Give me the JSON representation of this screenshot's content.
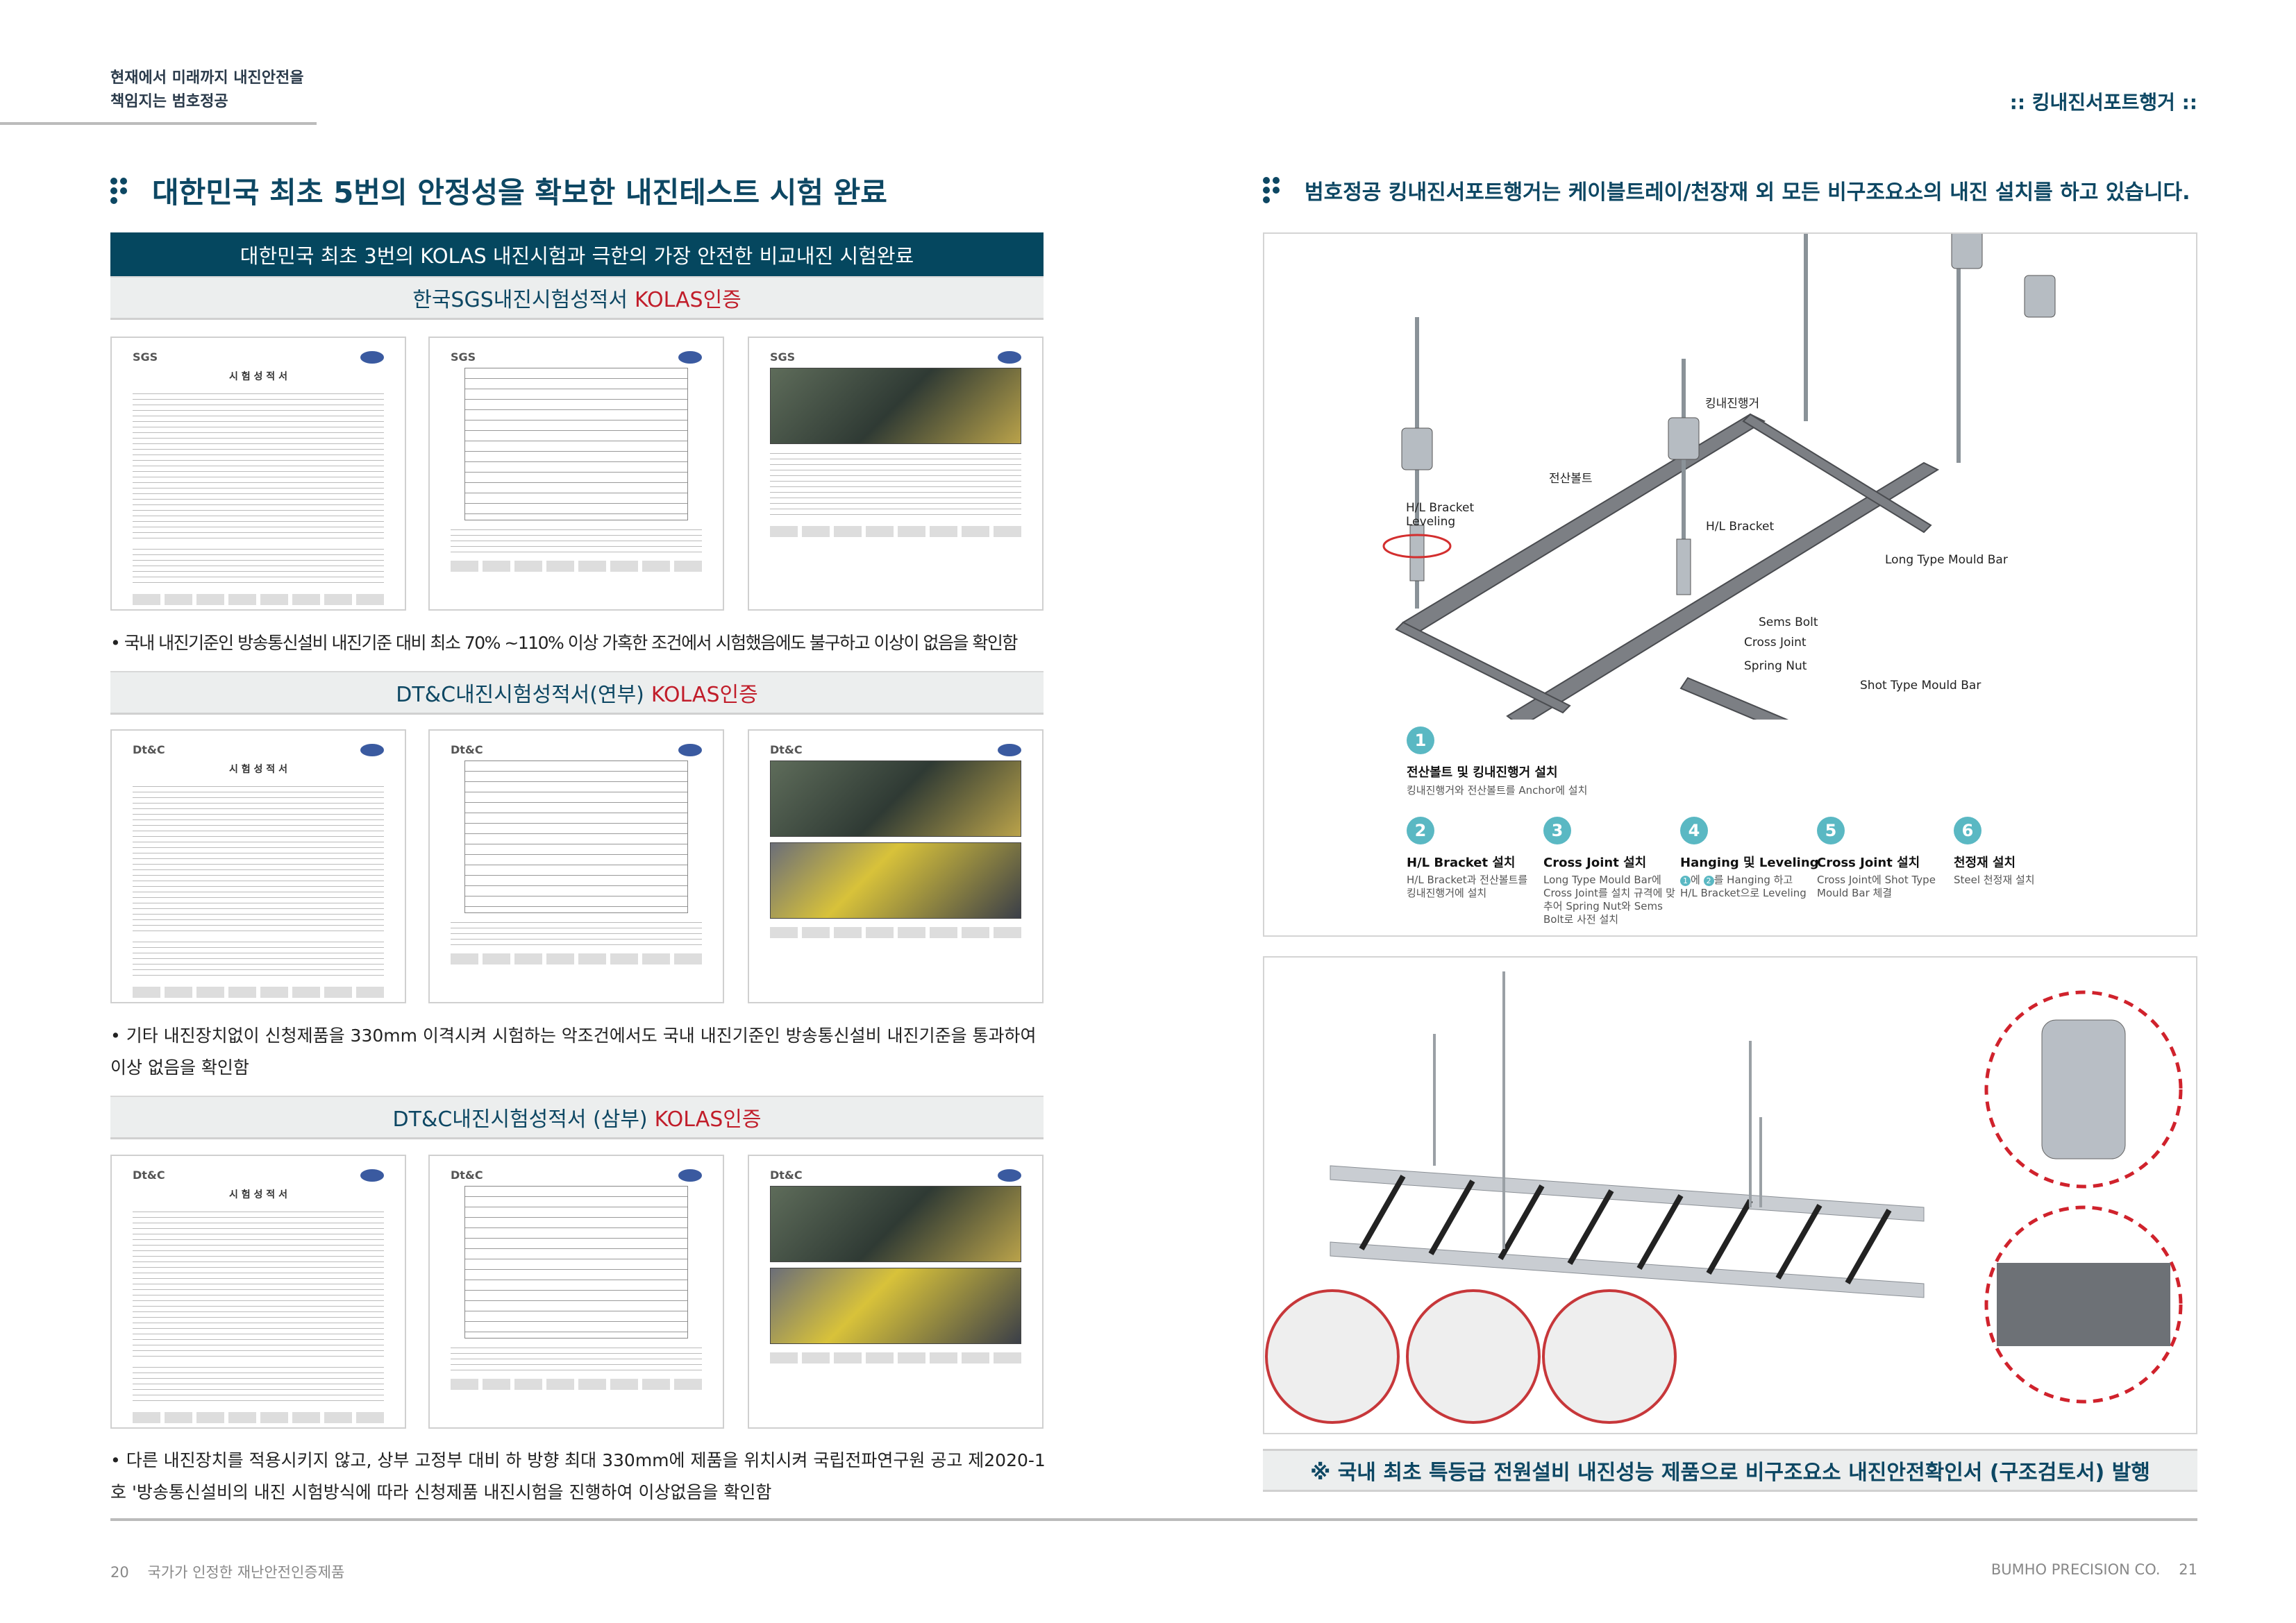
{
  "header": {
    "tagline_line1": "현재에서 미래까지 내진안전을",
    "tagline_line2": "책임지는 범호정공",
    "right_title": ":: 킹내진서포트행거 ::"
  },
  "left": {
    "title": "대한민국 최초 5번의 안정성을 확보한 내진테스트 시험 완료",
    "banner": "대한민국 최초 3번의 KOLAS 내진시험과 극한의 가장 안전한 비교내진 시험완료",
    "sections": [
      {
        "heading": "한국SGS내진시험성적서",
        "badge": "KOLAS인증",
        "logo": "SGS",
        "doc_title": "시 험 성 적 서",
        "bullet": "• 국내 내진기준인 방송통신설비 내진기준 대비 최소 70% ~110% 이상 가혹한 조건에서 시험했음에도 불구하고 이상이 없음을 확인함"
      },
      {
        "heading": "DT&C내진시험성적서(연부)",
        "badge": "KOLAS인증",
        "logo": "Dt&C",
        "doc_title": "시 험 성 적 서",
        "bullet": "• 기타 내진장치없이 신청제품을 330mm 이격시켜 시험하는 악조건에서도 국내 내진기준인 방송통신설비 내진기준을 통과하여 이상 없음을 확인함"
      },
      {
        "heading": "DT&C내진시험성적서 (삼부)",
        "badge": "KOLAS인증",
        "logo": "Dt&C",
        "doc_title": "시 험 성 적 서",
        "bullet": "• 다른 내진장치를 적용시키지 않고, 상부 고정부 대비 하 방향 최대 330mm에 제품을 위치시켜 국립전파연구원 공고 제2020-1호 '방송통신설비의 내진 시험방식에 따라 신청제품 내진시험을 진행하여 이상없음을 확인함"
      }
    ]
  },
  "right": {
    "title": "범호정공 킹내진서포트행거는 케이블트레이/천장재 외 모든 비구조요소의 내진 설치를 하고 있습니다.",
    "diagram_labels": {
      "hanger": "킹내진행거",
      "bolt": "전산볼트",
      "hl_leveling": "H/L Bracket\nLeveling",
      "hl_bracket": "H/L Bracket",
      "long_bar": "Long Type Mould Bar",
      "sems": "Sems Bolt",
      "cross": "Cross Joint",
      "spring": "Spring Nut",
      "shot_bar": "Shot Type Mould Bar"
    },
    "steps": [
      {
        "num": "1",
        "title": "전산볼트 및 킹내진행거 설치",
        "desc": "킹내진행거와 전산볼트를 Anchor에 설치"
      },
      {
        "num": "2",
        "title": "H/L Bracket 설치",
        "desc": "H/L Bracket과 전산볼트를 킹내진행거에 설치"
      },
      {
        "num": "3",
        "title": "Cross Joint 설치",
        "desc": "Long Type Mould Bar에 Cross Joint를 설치 규격에 맞추어 Spring Nut와 Sems Bolt로 사전 설치"
      },
      {
        "num": "4",
        "title": "Hanging 및 Leveling",
        "desc_a": "에",
        "desc_b": "를 Hanging 하고 H/L Bracket으로 Leveling",
        "ref1": "1",
        "ref2": "2"
      },
      {
        "num": "5",
        "title": "Cross Joint 설치",
        "desc": "Cross Joint에 Shot Type Mould Bar 체결"
      },
      {
        "num": "6",
        "title": "천정재 설치",
        "desc": "Steel 천정재 설치"
      }
    ],
    "notice": "※ 국내 최초 특등급 전원설비 내진성능 제품으로 비구조요소 내진안전확인서 (구조검토서) 발행"
  },
  "footer": {
    "left_page": "20",
    "left_text": "국가가 인정한 재난안전인증제품",
    "right_text": "BUMHO PRECISION CO.",
    "right_page": "21"
  },
  "colors": {
    "navy": "#05475f",
    "red": "#c11d2a",
    "teal": "#5ab8c3"
  }
}
